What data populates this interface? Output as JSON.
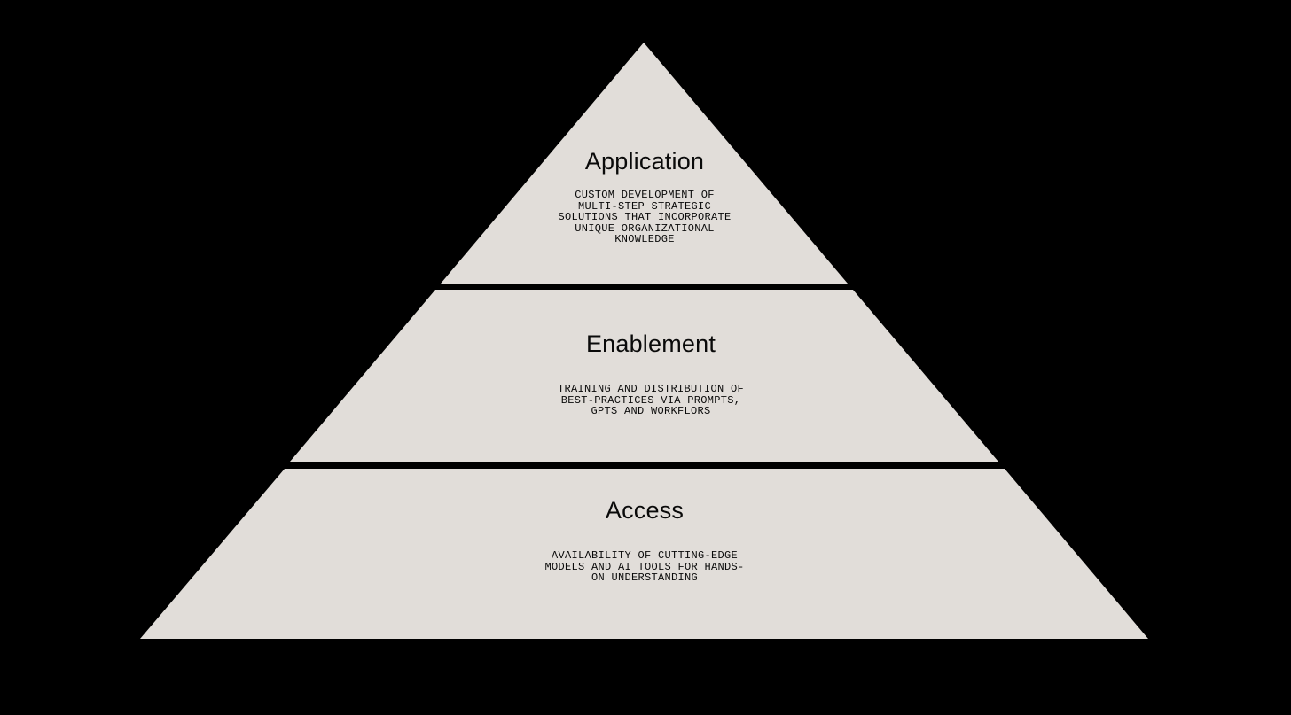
{
  "colors": {
    "background": "#000000",
    "tier_fill": "#e1ddd9",
    "text": "#0a0a0a"
  },
  "tiers": [
    {
      "title": "Application",
      "description": "CUSTOM DEVELOPMENT OF\nMULTI-STEP STRATEGIC\nSOLUTIONS THAT INCORPORATE\nUNIQUE ORGANIZATIONAL\nKNOWLEDGE"
    },
    {
      "title": "Enablement",
      "description": "TRAINING AND DISTRIBUTION OF\nBEST-PRACTICES VIA PROMPTS,\nGPTS AND WORKFLORS"
    },
    {
      "title": "Access",
      "description": "AVAILABILITY OF CUTTING-EDGE\nMODELS AND AI TOOLS FOR HANDS-\nON UNDERSTANDING"
    }
  ]
}
